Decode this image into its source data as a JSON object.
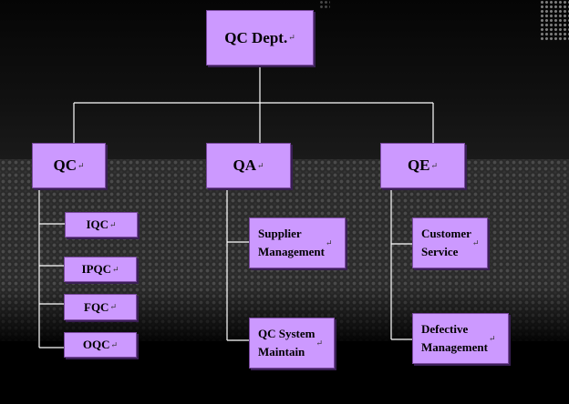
{
  "root": {
    "label": "QC Dept."
  },
  "branches": [
    {
      "label": "QC",
      "children": [
        "IQC",
        "IPQC",
        "FQC",
        "OQC"
      ]
    },
    {
      "label": "QA",
      "children": [
        "Supplier\nManagement",
        "QC System\nMaintain"
      ]
    },
    {
      "label": "QE",
      "children": [
        "Customer\nService",
        "Defective\nManagement"
      ]
    }
  ],
  "paragraph_mark": "↵",
  "colors": {
    "box_fill": "#cc99ff",
    "connector": "#ffffff",
    "background": "#000000"
  }
}
